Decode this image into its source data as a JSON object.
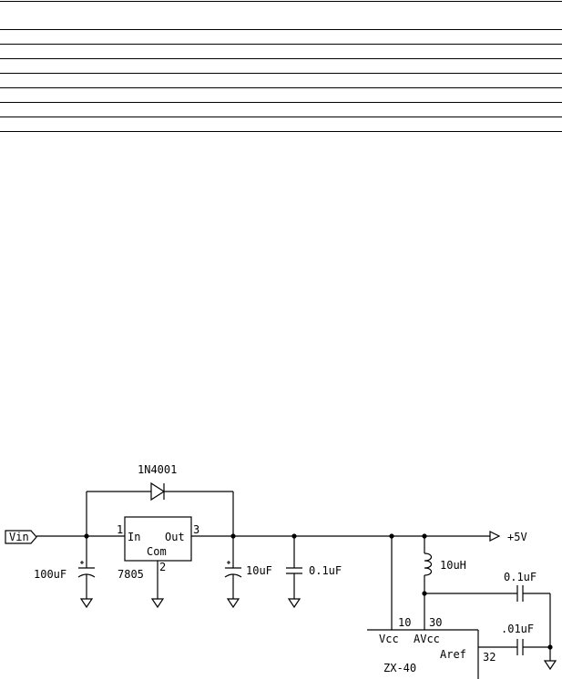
{
  "table": {
    "rows": [
      "",
      "",
      "",
      "",
      "",
      "",
      "",
      ""
    ]
  },
  "schematic": {
    "input_port": "Vin",
    "diode": "1N4001",
    "regulator": {
      "part": "7805",
      "pin_in_num": "1",
      "pin_in": "In",
      "pin_out": "Out",
      "pin_out_num": "3",
      "pin_com": "Com",
      "pin_com_num": "2"
    },
    "c_input": "100uF",
    "c_output": "10uF",
    "c_bypass": "0.1uF",
    "output_rail": "+5V",
    "inductor": "10uH",
    "c_avcc": "0.1uF",
    "c_aref": ".01uF",
    "mcu": {
      "part": "ZX-40",
      "pin_vcc_num": "10",
      "pin_avcc_num": "30",
      "pin_vcc": "Vcc",
      "pin_avcc": "AVcc",
      "pin_aref": "Aref",
      "pin_aref_num": "32"
    }
  }
}
